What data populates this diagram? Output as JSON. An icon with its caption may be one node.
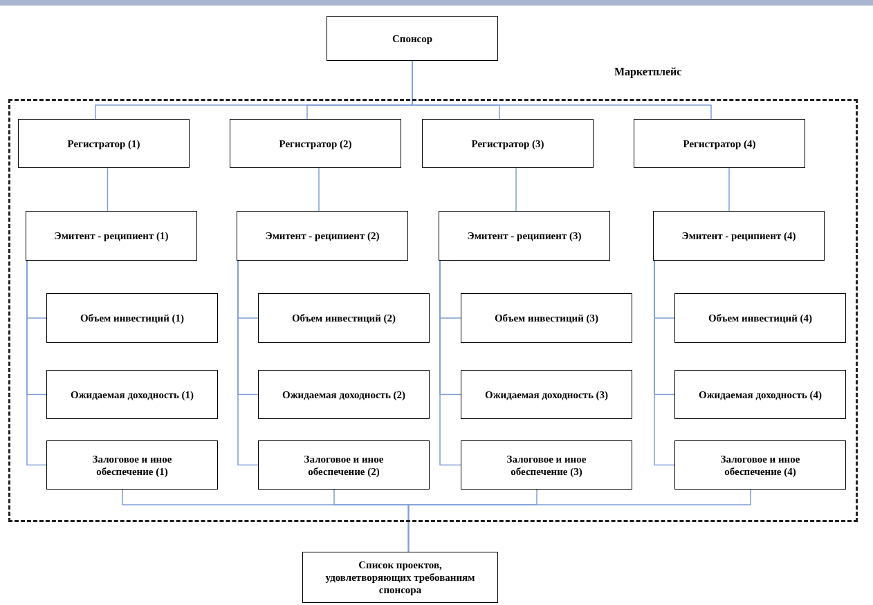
{
  "diagram": {
    "nodes": [
      {
        "text": [
          "Спонсор"
        ]
      },
      {
        "text": [
          "Маркетплейс"
        ]
      },
      {
        "text": [
          "Регистратор (1)"
        ],
        "in": 1
      },
      {
        "text": [
          "Регистратор (2)"
        ],
        "in": 1
      },
      {
        "text": [
          "Регистратор (3)"
        ],
        "in": 1
      },
      {
        "text": [
          "Регистратор (4)"
        ],
        "in": 1
      },
      {
        "text": [
          "Эмитент - реципиент (1)"
        ],
        "in": 1
      },
      {
        "text": [
          "Эмитент - реципиент (2)"
        ],
        "in": 1
      },
      {
        "text": [
          "Эмитент - реципиент (3)"
        ],
        "in": 1
      },
      {
        "text": [
          "Эмитент - реципиент (4)"
        ],
        "in": 1
      },
      {
        "text": [
          "Объем инвестиций (1)"
        ],
        "in": 1
      },
      {
        "text": [
          "Объем инвестиций (2)"
        ],
        "in": 1
      },
      {
        "text": [
          "Объем инвестиций (3)"
        ],
        "in": 1
      },
      {
        "text": [
          "Объем инвестиций (4)"
        ],
        "in": 1
      },
      {
        "text": [
          "Ожидаемая доходность (1)"
        ],
        "in": 1
      },
      {
        "text": [
          "Ожидаемая доходность (2)"
        ],
        "in": 1
      },
      {
        "text": [
          "Ожидаемая доходность (3)"
        ],
        "in": 1
      },
      {
        "text": [
          "Ожидаемая доходность (4)"
        ],
        "in": 1
      },
      {
        "text": [
          "Залоговое и иное обеспечение (1)"
        ],
        "in": 1
      },
      {
        "text": [
          "Залоговое и иное обеспечение (2)"
        ],
        "in": 1
      },
      {
        "text": [
          "Залоговое и иное обеспечение (3)"
        ],
        "in": 1
      },
      {
        "text": [
          "Залоговое и иное обеспечение (4)"
        ],
        "in": 1
      },
      {
        "text": [
          "Список проектов, удовлетворяющих требованиям спонсора"
        ]
      }
    ],
    "edges": [
      {
        "from": 0,
        "to": 2,
        "arrow": "none"
      },
      {
        "from": 0,
        "to": 3,
        "arrow": "none"
      },
      {
        "from": 0,
        "to": 4,
        "arrow": "none"
      },
      {
        "from": 0,
        "to": 5,
        "arrow": "none"
      },
      {
        "from": 2,
        "to": 6,
        "arrow": "none"
      },
      {
        "from": 3,
        "to": 7,
        "arrow": "none"
      },
      {
        "from": 4,
        "to": 8,
        "arrow": "none"
      },
      {
        "from": 5,
        "to": 9,
        "arrow": "none"
      },
      {
        "from": 6,
        "to": 10,
        "arrow": "none"
      },
      {
        "from": 6,
        "to": 14,
        "arrow": "none"
      },
      {
        "from": 6,
        "to": 18,
        "arrow": "none"
      },
      {
        "from": 7,
        "to": 11,
        "arrow": "none"
      },
      {
        "from": 7,
        "to": 15,
        "arrow": "none"
      },
      {
        "from": 7,
        "to": 19,
        "arrow": "none"
      },
      {
        "from": 8,
        "to": 12,
        "arrow": "none"
      },
      {
        "from": 8,
        "to": 16,
        "arrow": "none"
      },
      {
        "from": 8,
        "to": 20,
        "arrow": "none"
      },
      {
        "from": 9,
        "to": 13,
        "arrow": "none"
      },
      {
        "from": 9,
        "to": 17,
        "arrow": "none"
      },
      {
        "from": 9,
        "to": 21,
        "arrow": "none"
      },
      {
        "from": 18,
        "to": 22,
        "arrow": "none"
      },
      {
        "from": 19,
        "to": 22,
        "arrow": "none"
      },
      {
        "from": 20,
        "to": 22,
        "arrow": "none"
      },
      {
        "from": 21,
        "to": 22,
        "arrow": "none"
      }
    ]
  }
}
